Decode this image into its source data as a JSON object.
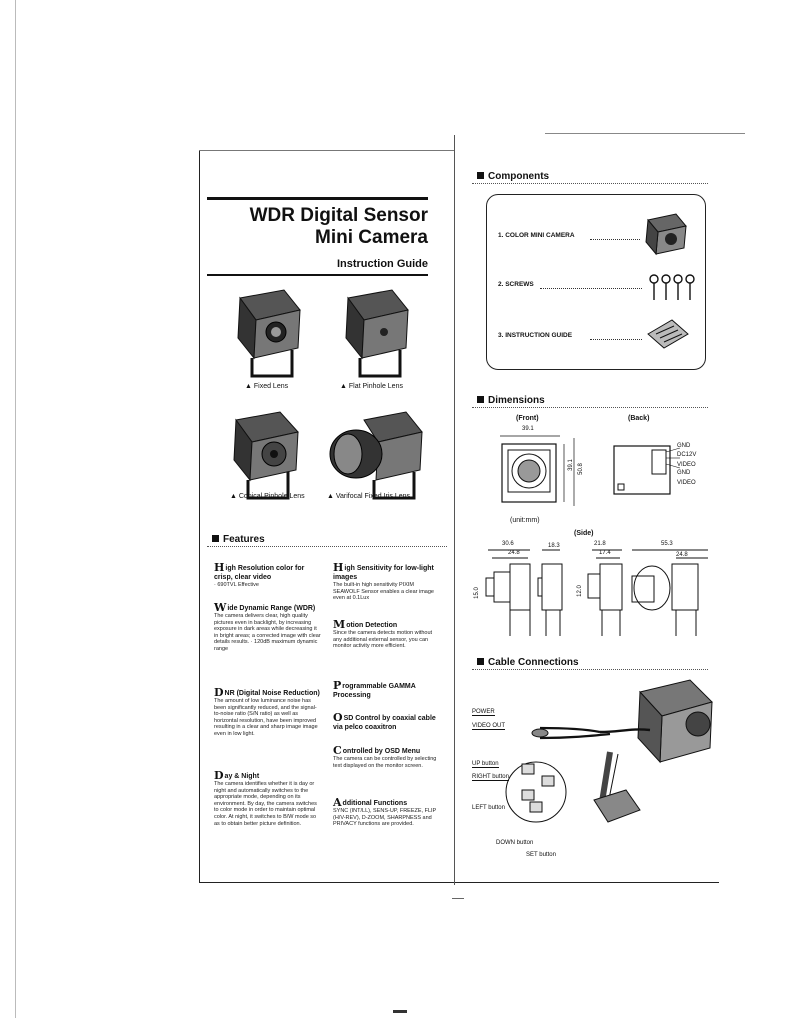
{
  "cover": {
    "title_line1": "WDR Digital Sensor",
    "title_line2": "Mini Camera",
    "subtitle": "Instruction Guide",
    "captions": [
      "▲ Fixed Lens",
      "▲ Flat Pinhole Lens",
      "▲ Conical Pinhole Lens",
      "▲ Varifocal Fixed Iris Lens"
    ]
  },
  "features": {
    "heading": "Features",
    "items": [
      {
        "cap": "H",
        "title": "igh Resolution color for crisp, clear video",
        "body": "· 690TVL Effective"
      },
      {
        "cap": "W",
        "title": "ide Dynamic Range (WDR)",
        "body": "The camera delivers clear, high quality pictures even in backlight, by increasing exposure in dark areas while decreasing it in bright areas; a corrected image with clear details results. · 120dB maximum dynamic range"
      },
      {
        "cap": "D",
        "title": "NR (Digital Noise Reduction)",
        "body": "The amount of low luminance noise has been significantly reduced, and the signal-to-noise ratio (S/N ratio) as well as horizontal resolution, have been improved resulting in a clear and sharp image image even in low light."
      },
      {
        "cap": "D",
        "title": "ay & Night",
        "body": "The camera identifies whether it is day or night and automatically switches to the appropriate mode, depending on its environment. By day, the camera switches to color mode in order to maintain optimal color. At night, it switches to B/W mode so as to obtain better picture definition."
      },
      {
        "cap": "H",
        "title": "igh Sensitivity for low-light images",
        "body": "The built-in high sensitivity PIXIM SEAWOLF Sensor enables a clear image even at 0.1Lux"
      },
      {
        "cap": "M",
        "title": "otion Detection",
        "body": "Since the camera detects motion without any additional external sensor, you can monitor activity more efficient."
      },
      {
        "cap": "P",
        "title": "rogrammable GAMMA Processing",
        "body": ""
      },
      {
        "cap": "O",
        "title": "SD Control by coaxial cable via pelco coaxitron",
        "body": ""
      },
      {
        "cap": "C",
        "title": "ontrolled by OSD Menu",
        "body": "The camera can be controlled by selecting text displayed on the monitor screen."
      },
      {
        "cap": "A",
        "title": "dditional Functions",
        "body": "SYNC (INT/LL), SENS-UP, FREEZE, FLIP (H/V-REV), D-ZOOM, SHARPNESS and PRIVACY functions are provided."
      }
    ]
  },
  "components": {
    "heading": "Components",
    "items": [
      "1. COLOR MINI CAMERA",
      "2. SCREWS",
      "3. INSTRUCTION GUIDE"
    ]
  },
  "dimensions": {
    "heading": "Dimensions",
    "front_label": "(Front)",
    "back_label": "(Back)",
    "side_label": "(Side)",
    "unit": "(unit:mm)",
    "front_width": "39.1",
    "front_h1": "39.1",
    "front_h2": "50.8",
    "back_labels": [
      "GND",
      "DC12V",
      "VIDEO",
      "GND",
      "VIDEO"
    ],
    "side_values": [
      "30.6",
      "24.8",
      "18.3",
      "21.8",
      "17.4",
      "55.3",
      "24.8",
      "15.0",
      "12.0"
    ]
  },
  "cable": {
    "heading": "Cable Connections",
    "labels": [
      "POWER",
      "VIDEO OUT",
      "UP button",
      "RIGHT button",
      "LEFT button",
      "DOWN button",
      "SET button"
    ]
  }
}
